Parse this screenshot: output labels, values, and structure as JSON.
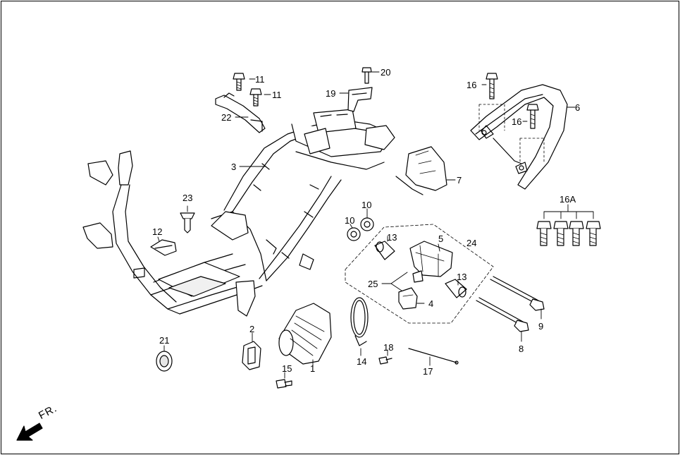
{
  "callouts": {
    "p1": "1",
    "p2": "2",
    "p3": "3",
    "p4": "4",
    "p5": "5",
    "p6": "6",
    "p7": "7",
    "p8": "8",
    "p9": "9",
    "p10a": "10",
    "p10b": "10",
    "p11a": "11",
    "p11b": "11",
    "p12": "12",
    "p13a": "13",
    "p13b": "13",
    "p14": "14",
    "p15": "15",
    "p16a": "16",
    "p16b": "16",
    "p16A": "16A",
    "p17": "17",
    "p18": "18",
    "p19": "19",
    "p20": "20",
    "p21": "21",
    "p22": "22",
    "p23": "23",
    "p24": "24",
    "p25": "25"
  },
  "direction": {
    "label": "FR.",
    "arrow_icon": "front-direction-arrow-icon"
  },
  "colors": {
    "line": "#000000",
    "background": "#ffffff",
    "part_fill": "#ffffff",
    "shade": "#d8d8d8"
  }
}
